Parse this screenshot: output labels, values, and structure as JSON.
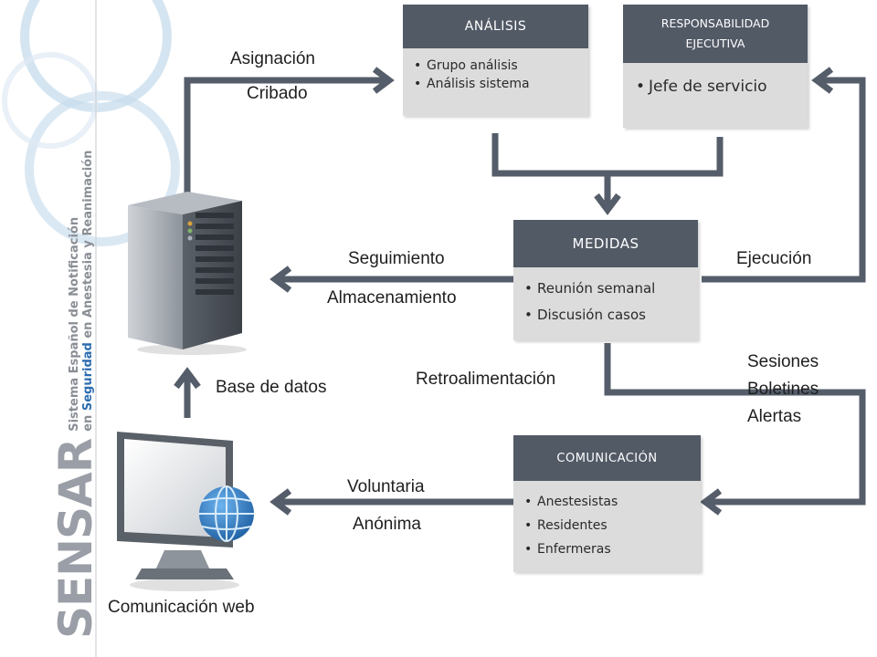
{
  "colors": {
    "header": "#525a66",
    "box_fill": "#dcdcdc",
    "arrow": "#555d6a",
    "accent_blue": "#2b6cb0",
    "logo_gray": "#9a9ea6"
  },
  "boxes": {
    "analisis": {
      "title": "ANÁLISIS",
      "items": [
        "Grupo análisis",
        "Análisis sistema"
      ]
    },
    "responsabilidad": {
      "title_line1": "RESPONSABILIDAD",
      "title_line2": "EJECUTIVA",
      "items": [
        "Jefe de servicio"
      ]
    },
    "medidas": {
      "title": "MEDIDAS",
      "items": [
        "Reunión semanal",
        "Discusión casos"
      ]
    },
    "comunicacion": {
      "title": "COMUNICACIÓN",
      "items": [
        "Anestesistas",
        "Residentes",
        "Enfermeras"
      ]
    }
  },
  "labels": {
    "asignacion": "Asignación",
    "cribado": "Cribado",
    "seguimiento": "Seguimiento",
    "almacenamiento": "Almacenamiento",
    "ejecucion": "Ejecución",
    "retroalimentacion": "Retroalimentación",
    "base_de_datos": "Base de datos",
    "sesiones": "Sesiones",
    "boletines": "Boletines",
    "alertas": "Alertas",
    "voluntaria": "Voluntaria",
    "anonima": "Anónima",
    "comunicacion_web": "Comunicación web"
  },
  "logo": {
    "brand": "SENSAR",
    "line1": "Sistema Español de Notificación",
    "line2_prefix": "en ",
    "line2_bold": "Seguridad",
    "line2_suffix": " en Anestesia y Reanimación"
  },
  "icons": {
    "server": "server-tower-icon",
    "monitor": "monitor-globe-icon"
  }
}
